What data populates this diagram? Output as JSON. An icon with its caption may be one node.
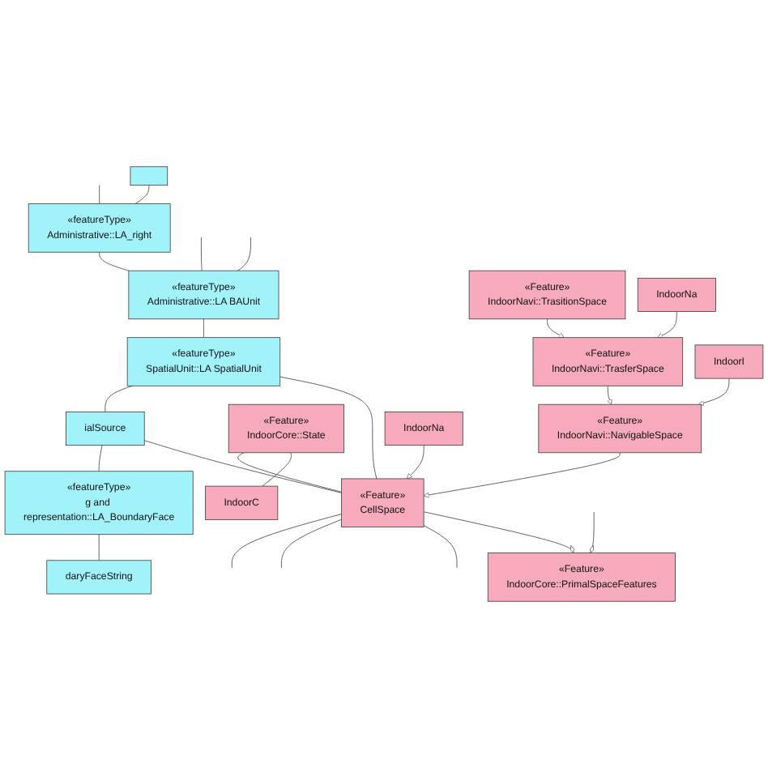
{
  "diagram": {
    "nodes": [
      {
        "text": [],
        "shape": "box"
      },
      {
        "text": [
          "«featureType»",
          "Administrative::LA_right"
        ]
      },
      {
        "text": [
          "«featureType»",
          "Administrative::LA BAUnit"
        ]
      },
      {
        "text": [
          "«featureType»",
          "SpatialUnit::LA SpatialUnit"
        ]
      },
      {
        "text": [
          "ialSource"
        ]
      },
      {
        "text": [
          "«featureType»",
          "g and representation::LA_BoundaryFace"
        ]
      },
      {
        "text": [
          "daryFaceString"
        ]
      },
      {
        "text": [
          "«Feature»",
          "IndoorCore::State"
        ]
      },
      {
        "text": [
          "IndoorC"
        ]
      },
      {
        "text": [
          "«Feature»",
          "IndoorCore::PrimalSpaceFeatures"
        ]
      },
      {
        "text": [
          "«Feature»",
          "CellSpace"
        ]
      },
      {
        "text": [
          "«Feature»",
          "IndoorNavi::NavigableSpace"
        ]
      },
      {
        "text": [
          "IndoorNa"
        ]
      },
      {
        "text": [
          "«Feature»",
          "IndoorNavi::TrasferSpace"
        ]
      },
      {
        "text": [
          "IndoorI"
        ]
      },
      {
        "text": [
          "«Feature»",
          "IndoorNavi::TrasitionSpace"
        ]
      },
      {
        "text": [
          "IndoorNa"
        ]
      }
    ],
    "edges": [
      {
        "from": 0,
        "to": 1,
        "arrow": "none"
      },
      {
        "from": null,
        "to": 1,
        "arrow": "none"
      },
      {
        "from": 1,
        "to": 2,
        "arrow": "none"
      },
      {
        "from": null,
        "to": 2,
        "arrow": "none"
      },
      {
        "from": null,
        "to": 2,
        "arrow": "none"
      },
      {
        "from": 2,
        "to": 3,
        "arrow": "none"
      },
      {
        "from": 3,
        "to": 10,
        "arrow": "none"
      },
      {
        "from": 3,
        "to": 4,
        "arrow": "none"
      },
      {
        "from": 4,
        "to": 10,
        "arrow": "none"
      },
      {
        "from": 4,
        "to": 5,
        "arrow": "none"
      },
      {
        "from": 5,
        "to": 6,
        "arrow": "none"
      },
      {
        "from": 7,
        "to": 8,
        "arrow": "none"
      },
      {
        "from": 7,
        "to": 10,
        "arrow": "none"
      },
      {
        "from": 10,
        "to": 9,
        "arrow": "other"
      },
      {
        "from": null,
        "to": 9,
        "arrow": "other"
      },
      {
        "from": 10,
        "to": null,
        "arrow": "none"
      },
      {
        "from": 10,
        "to": null,
        "arrow": "none"
      },
      {
        "from": 10,
        "to": null,
        "arrow": "none"
      },
      {
        "from": 11,
        "to": 10,
        "arrow": "to"
      },
      {
        "from": 12,
        "to": 10,
        "arrow": "to"
      },
      {
        "from": 13,
        "to": 11,
        "arrow": "to"
      },
      {
        "from": 14,
        "to": 11,
        "arrow": "to"
      },
      {
        "from": 15,
        "to": 13,
        "arrow": "to"
      },
      {
        "from": 16,
        "to": 13,
        "arrow": "to"
      }
    ]
  }
}
